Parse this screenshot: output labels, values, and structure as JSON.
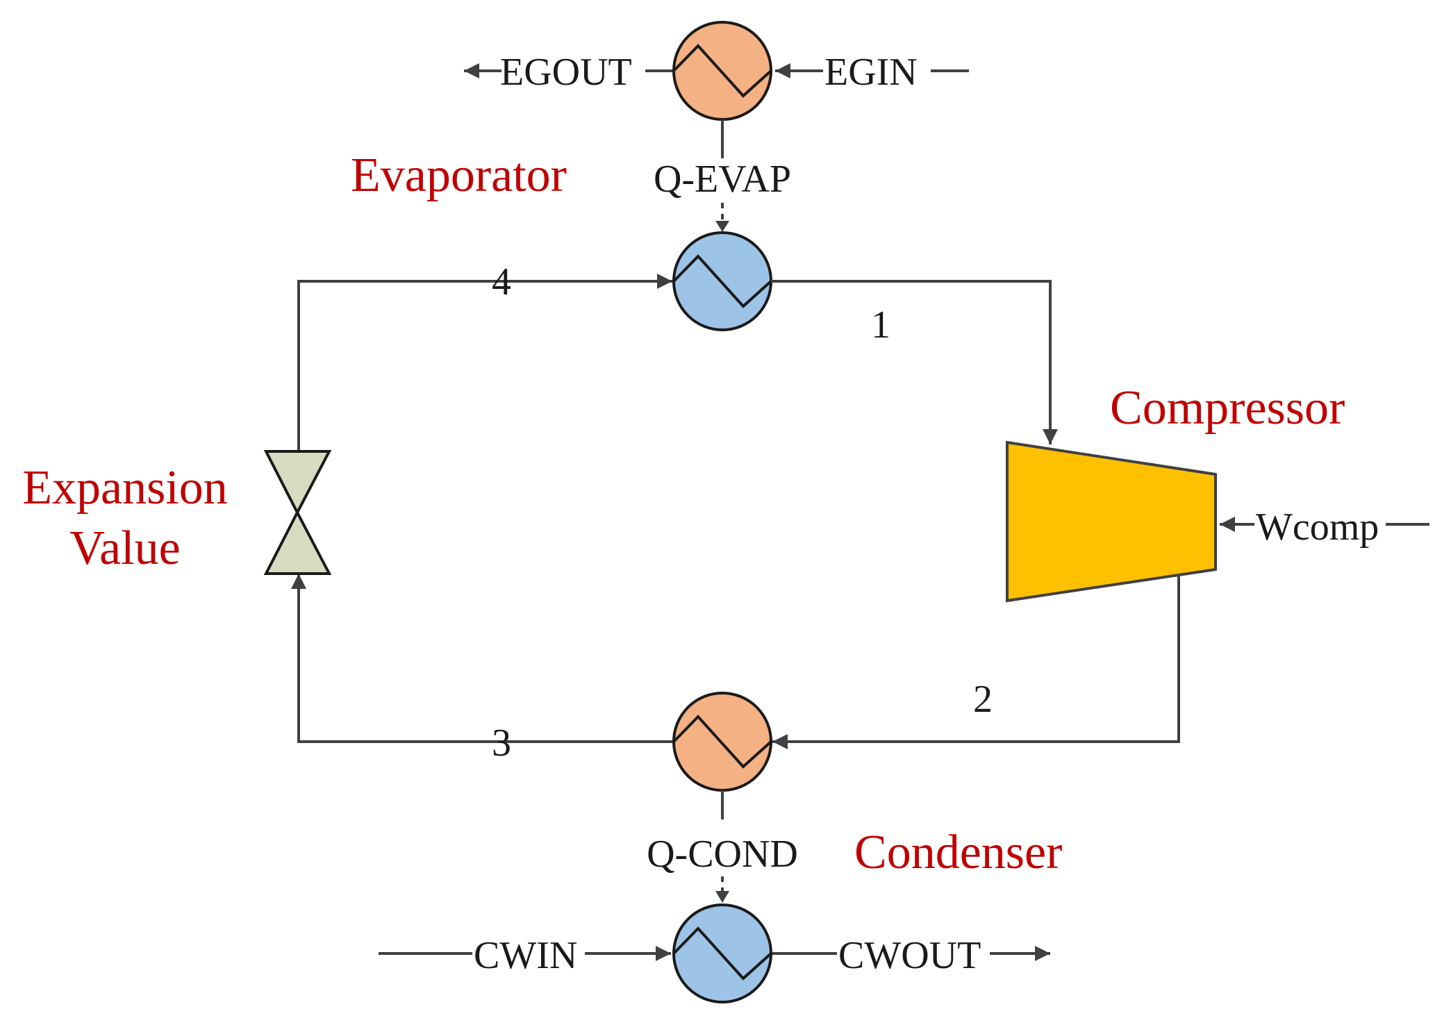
{
  "labels": {
    "evaporator": "Evaporator",
    "compressor": "Compressor",
    "condenser": "Condenser",
    "expansion_line1": "Expansion",
    "expansion_line2": "Value"
  },
  "streams": {
    "egout": "EGOUT",
    "egin": "EGIN",
    "q_evap": "Q-EVAP",
    "q_cond": "Q-COND",
    "cwin": "CWIN",
    "cwout": "CWOUT",
    "wcomp": "Wcomp"
  },
  "states": {
    "s1": "1",
    "s2": "2",
    "s3": "3",
    "s4": "4"
  },
  "colors": {
    "title": "#c00000",
    "hot_exchanger": "#f4b183",
    "cold_exchanger": "#9dc3e6",
    "compressor": "#ffc000",
    "valve": "#d5dcc0"
  }
}
